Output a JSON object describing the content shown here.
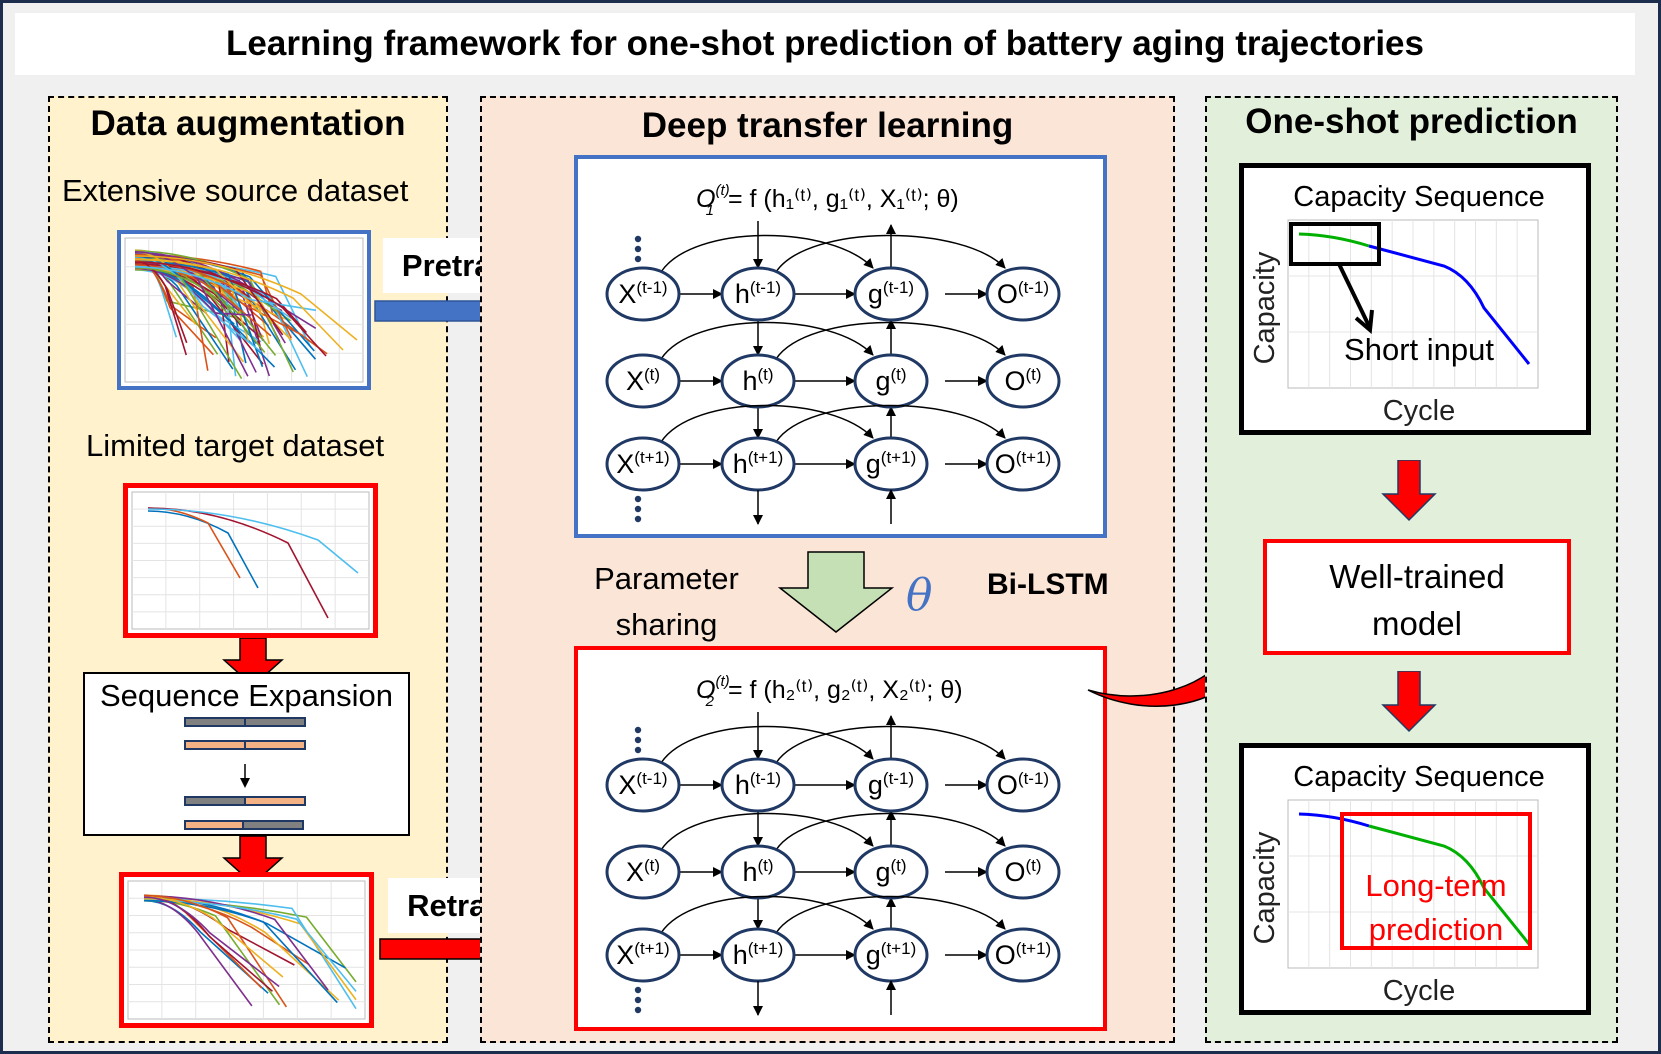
{
  "title": "Learning framework for one-shot prediction of battery aging trajectories",
  "panels": {
    "augmentation": {
      "title": "Data augmentation",
      "source_label": "Extensive source dataset",
      "target_label": "Limited target dataset",
      "expansion_label": "Sequence Expansion"
    },
    "transfer": {
      "title": "Deep transfer learning",
      "pretrain_label": "Pretrain",
      "retrain_label": "Retrain",
      "sharing_label_line1": "Parameter",
      "sharing_label_line2": "sharing",
      "theta_symbol": "θ",
      "model_label": "Bi-LSTM",
      "network_1": {
        "formula": {
          "lhs": "O",
          "sub": "1",
          "sup": "(t)",
          "rhs": "= f (h₁⁽ᵗ⁾, g₁⁽ᵗ⁾, X₁⁽ᵗ⁾; θ)"
        },
        "rows": [
          {
            "x": "X",
            "h": "h",
            "g": "g",
            "o": "O",
            "step": "(t-1)"
          },
          {
            "x": "X",
            "h": "h",
            "g": "g",
            "o": "O",
            "step": "(t)"
          },
          {
            "x": "X",
            "h": "h",
            "g": "g",
            "o": "O",
            "step": "(t+1)"
          }
        ]
      },
      "network_2": {
        "formula": {
          "lhs": "O",
          "sub": "2",
          "sup": "(t)",
          "rhs": "= f (h₂⁽ᵗ⁾, g₂⁽ᵗ⁾, X₂⁽ᵗ⁾; θ)"
        },
        "rows": [
          {
            "x": "X",
            "h": "h",
            "g": "g",
            "o": "O",
            "step": "(t-1)"
          },
          {
            "x": "X",
            "h": "h",
            "g": "g",
            "o": "O",
            "step": "(t)"
          },
          {
            "x": "X",
            "h": "h",
            "g": "g",
            "o": "O",
            "step": "(t+1)"
          }
        ]
      },
      "ellipsis": "⋮"
    },
    "prediction": {
      "title": "One-shot prediction",
      "chart_top": {
        "title": "Capacity Sequence",
        "xlabel": "Cycle",
        "ylabel": "Capacity",
        "annotation": "Short input"
      },
      "model_box_line1": "Well-trained",
      "model_box_line2": "model",
      "chart_bottom": {
        "title": "Capacity Sequence",
        "xlabel": "Cycle",
        "ylabel": "Capacity",
        "annotation_line1": "Long-term",
        "annotation_line2": "prediction"
      }
    }
  },
  "colors": {
    "augmentation_bg": "#fff2cc",
    "transfer_bg": "#fbe5d6",
    "prediction_bg": "#e2efda",
    "pretrain_blue": "#4472c4",
    "retrain_red": "#ff0000",
    "sharing_green": "#c5e0b4",
    "node_stroke": "#1f3864",
    "seq_gray": "#808080",
    "seq_orange": "#f4b183",
    "input_green": "#00b000",
    "curve_blue": "#0000ff"
  }
}
